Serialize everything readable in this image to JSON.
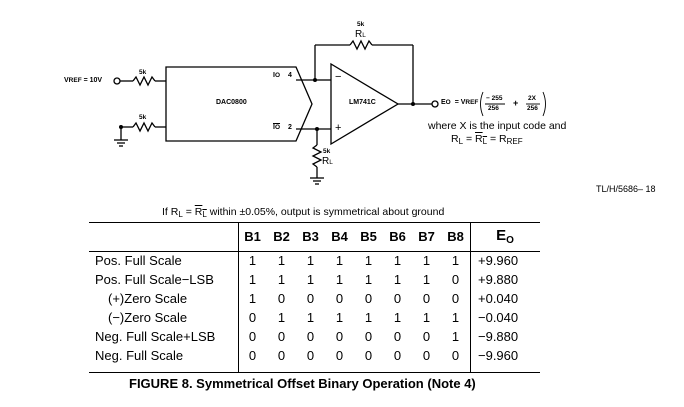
{
  "schematic": {
    "vref_label": "V",
    "vref_sub": "REF",
    "vref_value": " = 10V",
    "r_input_top": "5k",
    "r_input_bottom": "5k",
    "r_feedback_value": "5k",
    "r_feedback_label": "R",
    "r_feedback_sub": "L",
    "r_ground_value": "5k",
    "r_ground_label": "R",
    "r_ground_sub": "L",
    "dac_label": "DAC0800",
    "io_label": "I",
    "io_sub": "O",
    "io_pin": "4",
    "io_bar_label": "I",
    "io_bar_sub": "O",
    "io_bar_pin": "2",
    "opamp_label": "LM741C",
    "opamp_minus": "−",
    "opamp_plus": "+",
    "eo_label": "E",
    "eo_sub": "O",
    "eq_vref": "= V",
    "eq_vref_sub": "REF",
    "frac1_num": "− 255",
    "frac1_den": "256",
    "frac2_num": "2X",
    "frac2_den": "256",
    "plus_sign": "+",
    "note_line1": "where X is the input code and",
    "note_rl": "R",
    "note_rl_sub": "L",
    "note_eq1": " = ",
    "note_rlbar": "R",
    "note_rlbar_sub": "L",
    "note_eq2": " = R",
    "note_rref_sub": "REF",
    "ref_code": "TL/H/5686– 18"
  },
  "condition": {
    "prefix": "If R",
    "rl_sub": "L",
    "eq": " = ",
    "rlbar": "R",
    "rlbar_sub": "L",
    "suffix": " within ±0.05%, output is symmetrical about ground"
  },
  "table": {
    "headers": [
      "B1",
      "B2",
      "B3",
      "B4",
      "B5",
      "B6",
      "B7",
      "B8"
    ],
    "eo_header": "E",
    "eo_header_sub": "O",
    "rows": [
      {
        "label": "Pos. Full Scale",
        "bits": [
          "1",
          "1",
          "1",
          "1",
          "1",
          "1",
          "1",
          "1"
        ],
        "eo": "+9.960"
      },
      {
        "label": "Pos. Full Scale−LSB",
        "bits": [
          "1",
          "1",
          "1",
          "1",
          "1",
          "1",
          "1",
          "0"
        ],
        "eo": "+9.880"
      },
      {
        "label": "(+)Zero Scale",
        "bits": [
          "1",
          "0",
          "0",
          "0",
          "0",
          "0",
          "0",
          "0"
        ],
        "eo": "+0.040"
      },
      {
        "label": "(−)Zero Scale",
        "bits": [
          "0",
          "1",
          "1",
          "1",
          "1",
          "1",
          "1",
          "1"
        ],
        "eo": "−0.040"
      },
      {
        "label": "Neg. Full Scale+LSB",
        "bits": [
          "0",
          "0",
          "0",
          "0",
          "0",
          "0",
          "0",
          "1"
        ],
        "eo": "−9.880"
      },
      {
        "label": "Neg. Full Scale",
        "bits": [
          "0",
          "0",
          "0",
          "0",
          "0",
          "0",
          "0",
          "0"
        ],
        "eo": "−9.960"
      }
    ]
  },
  "caption": "FIGURE 8. Symmetrical Offset Binary Operation (Note 4)"
}
